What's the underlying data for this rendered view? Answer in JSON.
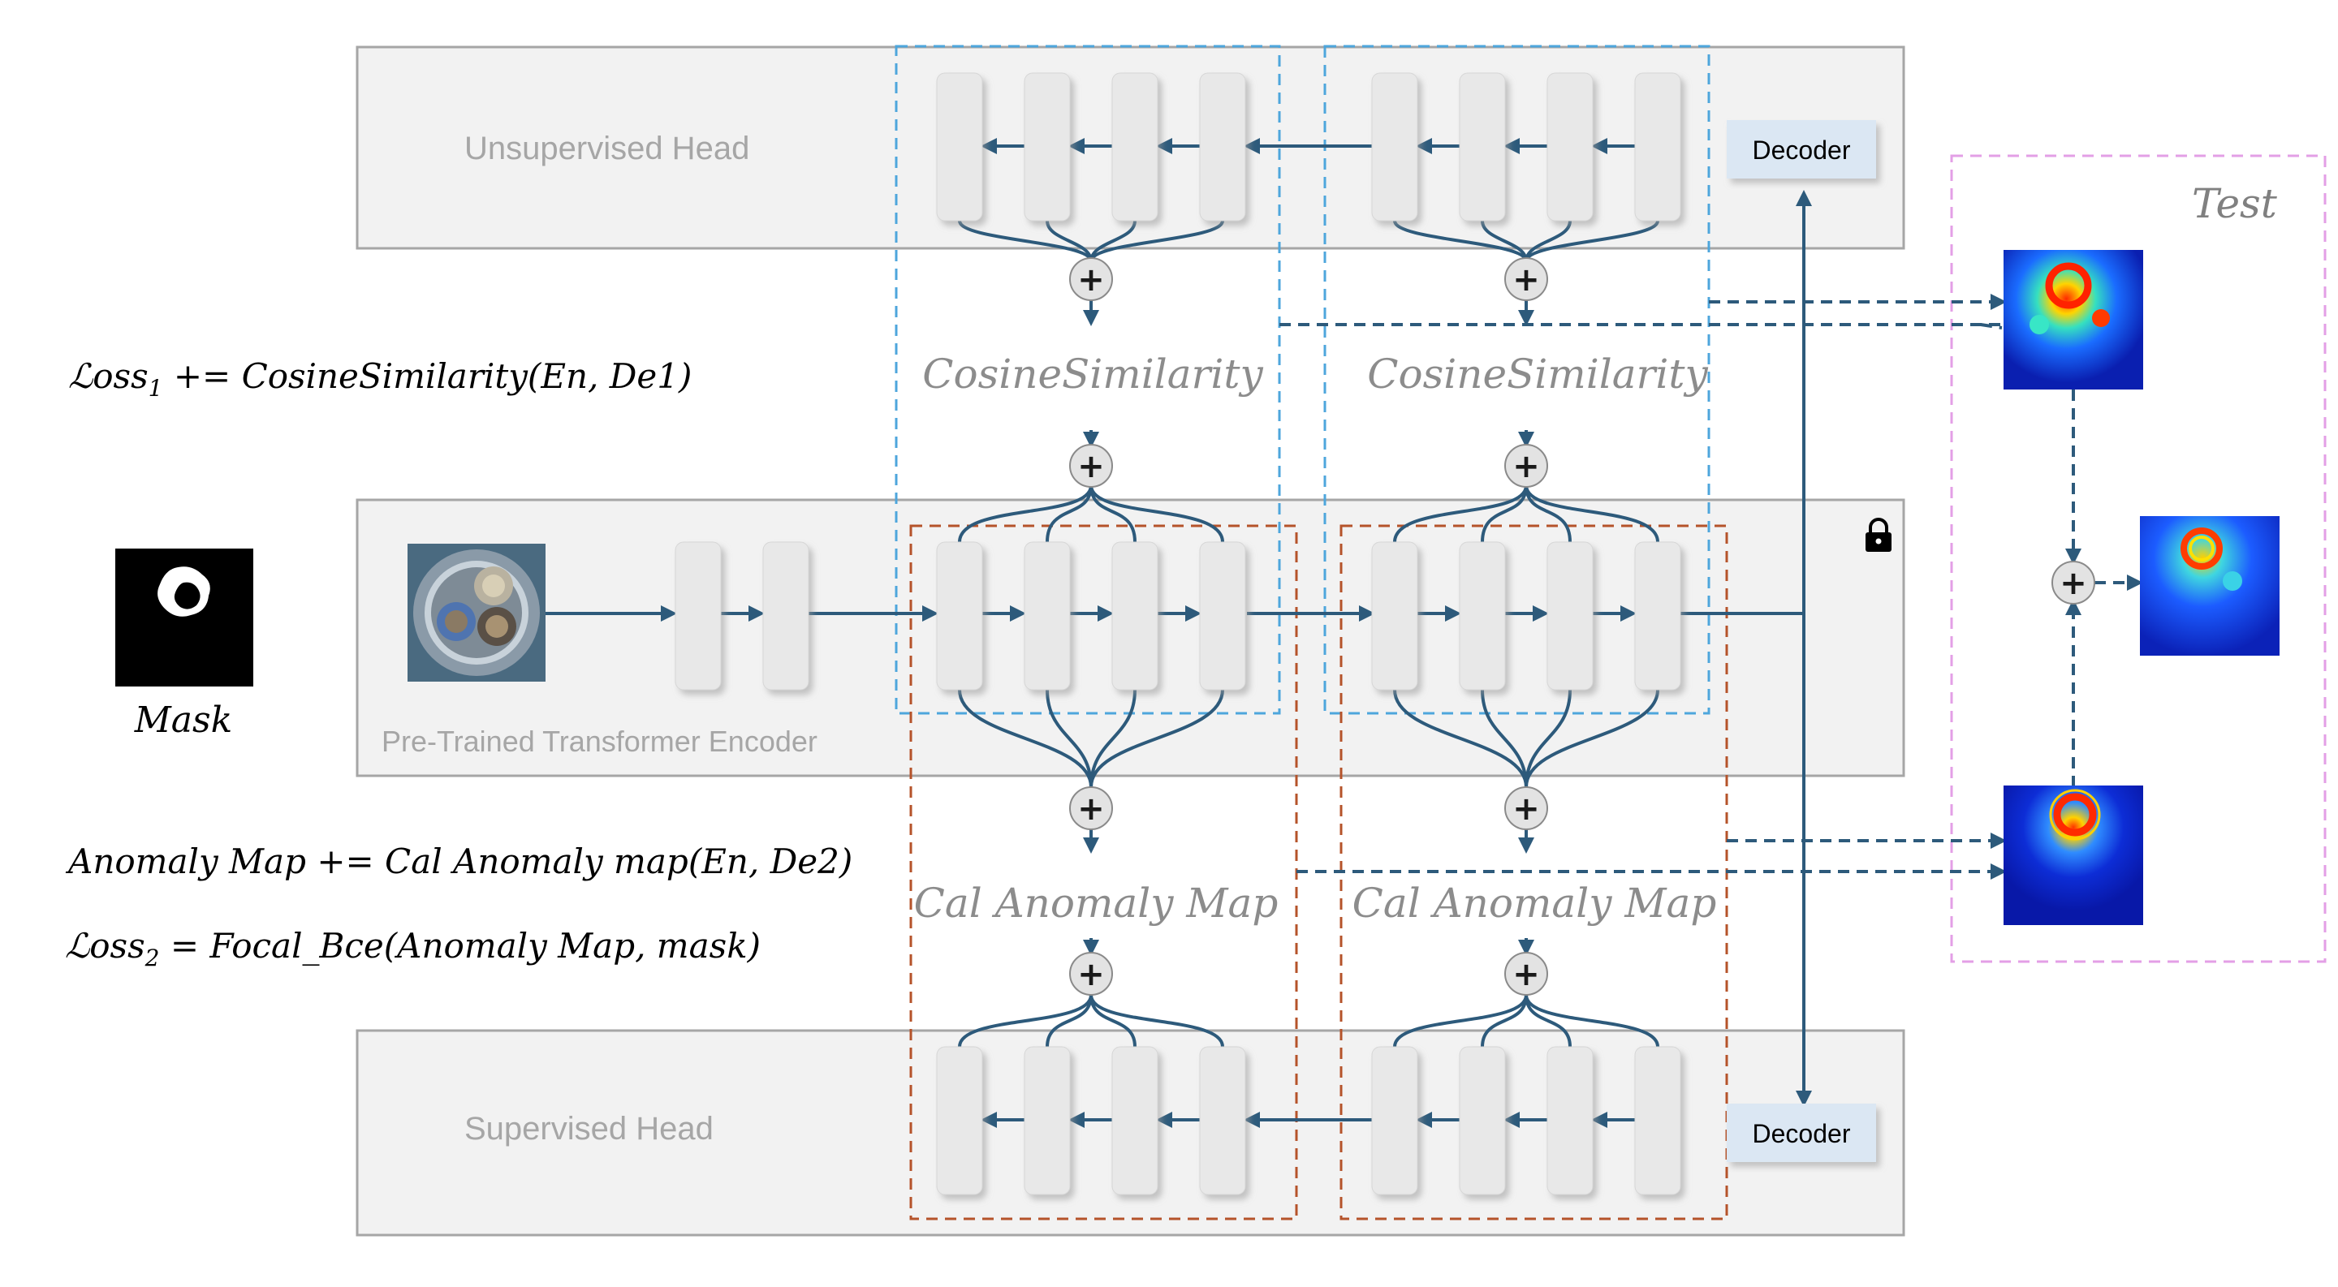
{
  "bands": {
    "unsupervised": "Unsupervised Head",
    "encoder": "Pre-Trained Transformer Encoder",
    "supervised": "Supervised Head"
  },
  "decoders": {
    "top": "Decoder",
    "bottom": "Decoder"
  },
  "operations": {
    "cosine_left": "CosineSimilarity",
    "cosine_right": "CosineSimilarity",
    "anomaly_left": "Cal Anomaly Map",
    "anomaly_right": "Cal Anomaly Map"
  },
  "formulas": {
    "loss1_main": "ℒoss",
    "loss1_sub": "1",
    "loss1_rest": " += CosineSimilarity(En, De1)",
    "anomaly": "Anomaly Map += Cal Anomaly map(En, De2)",
    "loss2_main": "ℒoss",
    "loss2_sub": "2",
    "loss2_rest": " = Focal_Bce(Anomaly Map, mask)"
  },
  "mask_label": "Mask",
  "test_label": "Test",
  "plus_symbol": "+",
  "icons": [
    "lock-icon"
  ],
  "colors": {
    "band_fill": "#f2f2f2",
    "band_stroke": "#a6a6a6",
    "arrow": "#2d5a7b",
    "cosine_box": "#4ea6dc",
    "anomaly_box": "#b5532a",
    "test_box": "#e39fe6",
    "decoder_fill": "#dbe7f3"
  }
}
